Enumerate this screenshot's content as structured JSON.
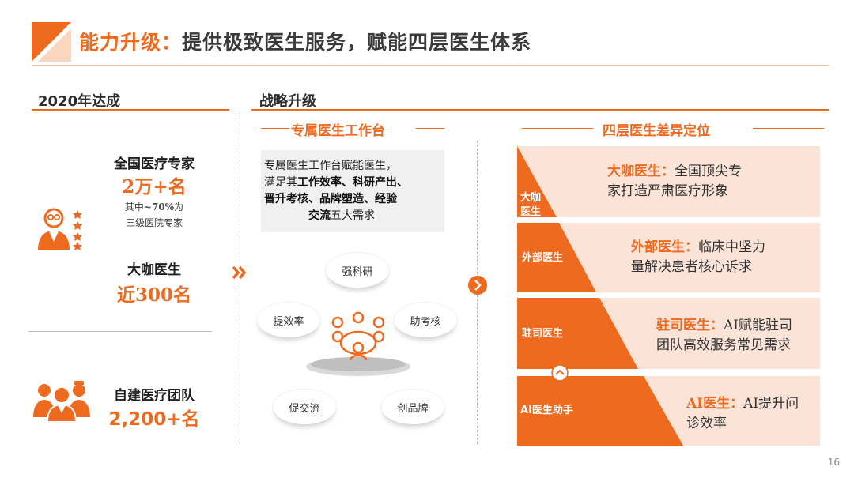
{
  "header": {
    "title_highlight": "能力升级：",
    "title_rest": "提供极致医生服务，赋能四层医生体系"
  },
  "left": {
    "heading": "2020年达成",
    "experts": {
      "label": "全国医疗专家",
      "value": "2万+名",
      "note_pre": "其中",
      "note_bold": "~70%",
      "note_post": "为",
      "note_line2": "三级医院专家"
    },
    "top_doctors": {
      "label": "大咖医生",
      "value": "近300名"
    },
    "team": {
      "label": "自建医疗团队",
      "value": "2,200+名"
    }
  },
  "strategy": {
    "heading": "战略升级",
    "workbench": {
      "title": "专属医生工作台",
      "desc_line1": "专属医生工作台赋能医生，",
      "desc_line2_pre": "满足其",
      "desc_line2_bold": "工作效率、科研产出、",
      "desc_line3_bold": "晋升考核、品牌塑造、经验",
      "desc_line4_bold": "交流",
      "desc_line4_post": "五大需求",
      "bubbles": [
        "强科研",
        "提效率",
        "助考核",
        "促交流",
        "创品牌"
      ]
    },
    "tiers": {
      "title": "四层医生差异定位",
      "items": [
        {
          "tri_label_1": "大咖",
          "tri_label_2": "医生",
          "name": "大咖医生：",
          "line1": "全国顶尖专",
          "line2": "家打造严肃医疗形象"
        },
        {
          "tri_label_1": "外部医生",
          "name": "外部医生：",
          "line1": "临床中坚力",
          "line2": "量解决患者核心诉求"
        },
        {
          "tri_label_1": "驻司医生",
          "name": "驻司医生：",
          "line1": "AI赋能驻司",
          "line2": "团队高效服务常见需求"
        },
        {
          "tri_label_1": "AI医生助手",
          "name": "AI医生：",
          "line1": "AI提升问",
          "line2": "诊效率"
        }
      ]
    }
  },
  "page_number": "16",
  "colors": {
    "accent": "#ED6A1F",
    "panel": "#FBE4D7"
  }
}
